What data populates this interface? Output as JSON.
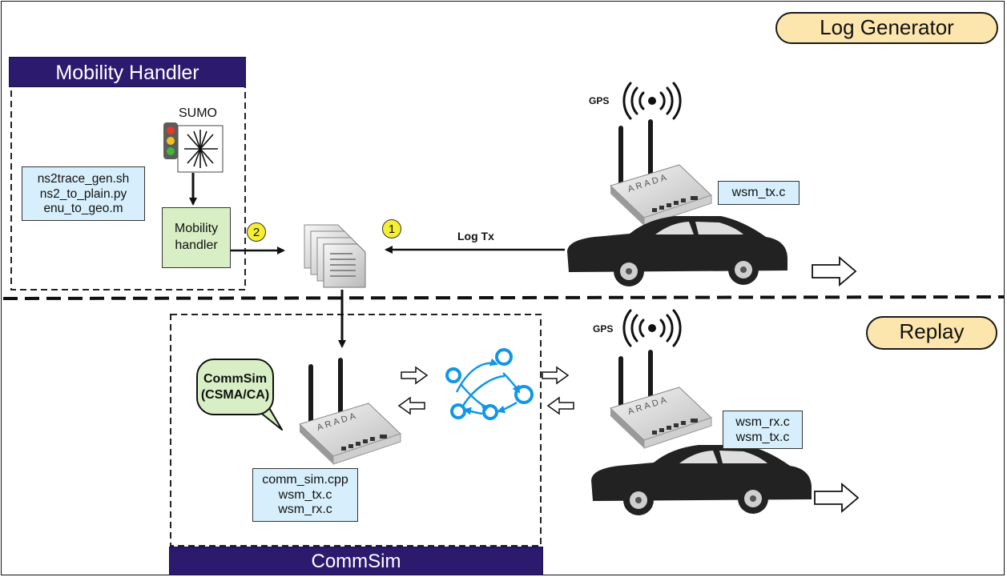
{
  "labels": {
    "log_generator": "Log Generator",
    "replay": "Replay",
    "mobility_handler_banner": "Mobility Handler",
    "commsim_banner": "CommSim",
    "sumo": "SUMO",
    "mobility_handler_box": [
      "Mobility",
      "handler"
    ],
    "log_tx": "Log Tx",
    "gps_top": "GPS",
    "gps_bottom": "GPS",
    "commsim_callout": [
      "CommSim",
      "(CSMA/CA)"
    ]
  },
  "codeboxes": {
    "mobility_scripts": [
      "ns2trace_gen.sh",
      "ns2_to_plain.py",
      "enu_to_geo.m"
    ],
    "top_tx": [
      "wsm_tx.c"
    ],
    "bottom_rx_tx": [
      "wsm_rx.c",
      "wsm_tx.c"
    ],
    "commsim_files": [
      "comm_sim.cpp",
      "wsm_tx.c",
      "wsm_rx.c"
    ]
  },
  "steps": {
    "step1": "1",
    "step2": "2"
  },
  "router_brand": "ARADA",
  "colors": {
    "banner": "#2c1a6e",
    "pill": "#fde6ad",
    "codebox": "#d7effc",
    "green_box": "#d8efc5",
    "badge": "#f4ee34",
    "network_nodes": "#1296e6"
  }
}
